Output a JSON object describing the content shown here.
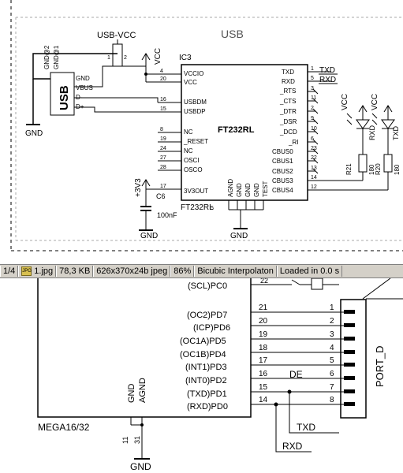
{
  "top_schematic": {
    "title": "USB",
    "usb_vcc_label": "USB-VCC",
    "ic_ref": "IC3",
    "ic_name": "FT232RL",
    "ic_footer": "FT232RL",
    "pin_footer_number": "5",
    "vcc_label": "VCC",
    "gnd_label": "GND",
    "v33_label": "+3V3",
    "cap_ref": "C6",
    "cap_value": "100nF",
    "usb_connector": {
      "label": "USB",
      "pins": [
        "GND",
        "VBUS",
        "D-",
        "D+"
      ],
      "shield_labels": [
        "GND@2",
        "GND@1"
      ],
      "pin_numbers": [
        "1",
        "2"
      ]
    },
    "left_pins": [
      {
        "num": "4",
        "name": "VCCIO"
      },
      {
        "num": "20",
        "name": "VCC"
      },
      {
        "num": "16",
        "name": "USBDM"
      },
      {
        "num": "15",
        "name": "USBDP"
      },
      {
        "num": "8",
        "name": "NC"
      },
      {
        "num": "19",
        "name": "_RESET"
      },
      {
        "num": "24",
        "name": "NC"
      },
      {
        "num": "27",
        "name": "OSCI"
      },
      {
        "num": "28",
        "name": "OSCO"
      },
      {
        "num": "17",
        "name": "3V3OUT"
      }
    ],
    "right_pins": [
      {
        "num": "1",
        "name": "TXD",
        "net": "TXD"
      },
      {
        "num": "5",
        "name": "RXD",
        "net": "RXD"
      },
      {
        "num": "3",
        "name": "_RTS",
        "net": ""
      },
      {
        "num": "11",
        "name": "_CTS",
        "net": ""
      },
      {
        "num": "2",
        "name": "_DTR",
        "net": ""
      },
      {
        "num": "9",
        "name": "_DSR",
        "net": ""
      },
      {
        "num": "10",
        "name": "_DCD",
        "net": ""
      },
      {
        "num": "6",
        "name": "_RI",
        "net": ""
      },
      {
        "num": "23",
        "name": "CBUS0",
        "net": ""
      },
      {
        "num": "22",
        "name": "CBUS1",
        "net": ""
      },
      {
        "num": "13",
        "name": "CBUS2",
        "net": ""
      },
      {
        "num": "14",
        "name": "CBUS3",
        "net": ""
      },
      {
        "num": "12",
        "name": "CBUS4",
        "net": ""
      }
    ],
    "bottom_pins": [
      "AGND",
      "GND",
      "GND",
      "GND",
      "TEST"
    ],
    "led_labels": [
      "RXD",
      "TXD"
    ],
    "resistors": [
      {
        "ref": "R21",
        "value": "180"
      },
      {
        "ref": "R20",
        "value": "180"
      }
    ]
  },
  "statusbar": {
    "page": "1/4",
    "icon": "jpg-file-icon",
    "filename": "1.jpg",
    "filesize": "78,3 KB",
    "dimensions": "626x370x24b jpeg",
    "zoom": "86%",
    "interpolation": "Bicubic Interpolaton",
    "load_status": "Loaded in 0.0 s"
  },
  "bottom_schematic": {
    "mcu_name": "MEGA16/32",
    "top_partial_pin": "(SCL)PC0",
    "top_partial_num": "22",
    "pins": [
      {
        "name": "(OC2)PD7",
        "num": "21",
        "conn": "1"
      },
      {
        "name": "(ICP)PD6",
        "num": "20",
        "conn": "2"
      },
      {
        "name": "(OC1A)PD5",
        "num": "19",
        "conn": "3"
      },
      {
        "name": "(OC1B)PD4",
        "num": "18",
        "conn": "4"
      },
      {
        "name": "(INT1)PD3",
        "num": "17",
        "conn": "5"
      },
      {
        "name": "(INT0)PD2",
        "num": "16",
        "conn": "6"
      },
      {
        "name": "(TXD)PD1",
        "num": "15",
        "conn": "7"
      },
      {
        "name": "(RXD)PD0",
        "num": "14",
        "conn": "8"
      }
    ],
    "gnd_pin": "GND",
    "agnd_pin": "AGND",
    "pin_11": "11",
    "pin_31": "31",
    "gnd_label": "GND",
    "connector_label": "PORT_D",
    "de_label": "DE",
    "txd_net": "TXD",
    "rxd_net": "RXD"
  }
}
